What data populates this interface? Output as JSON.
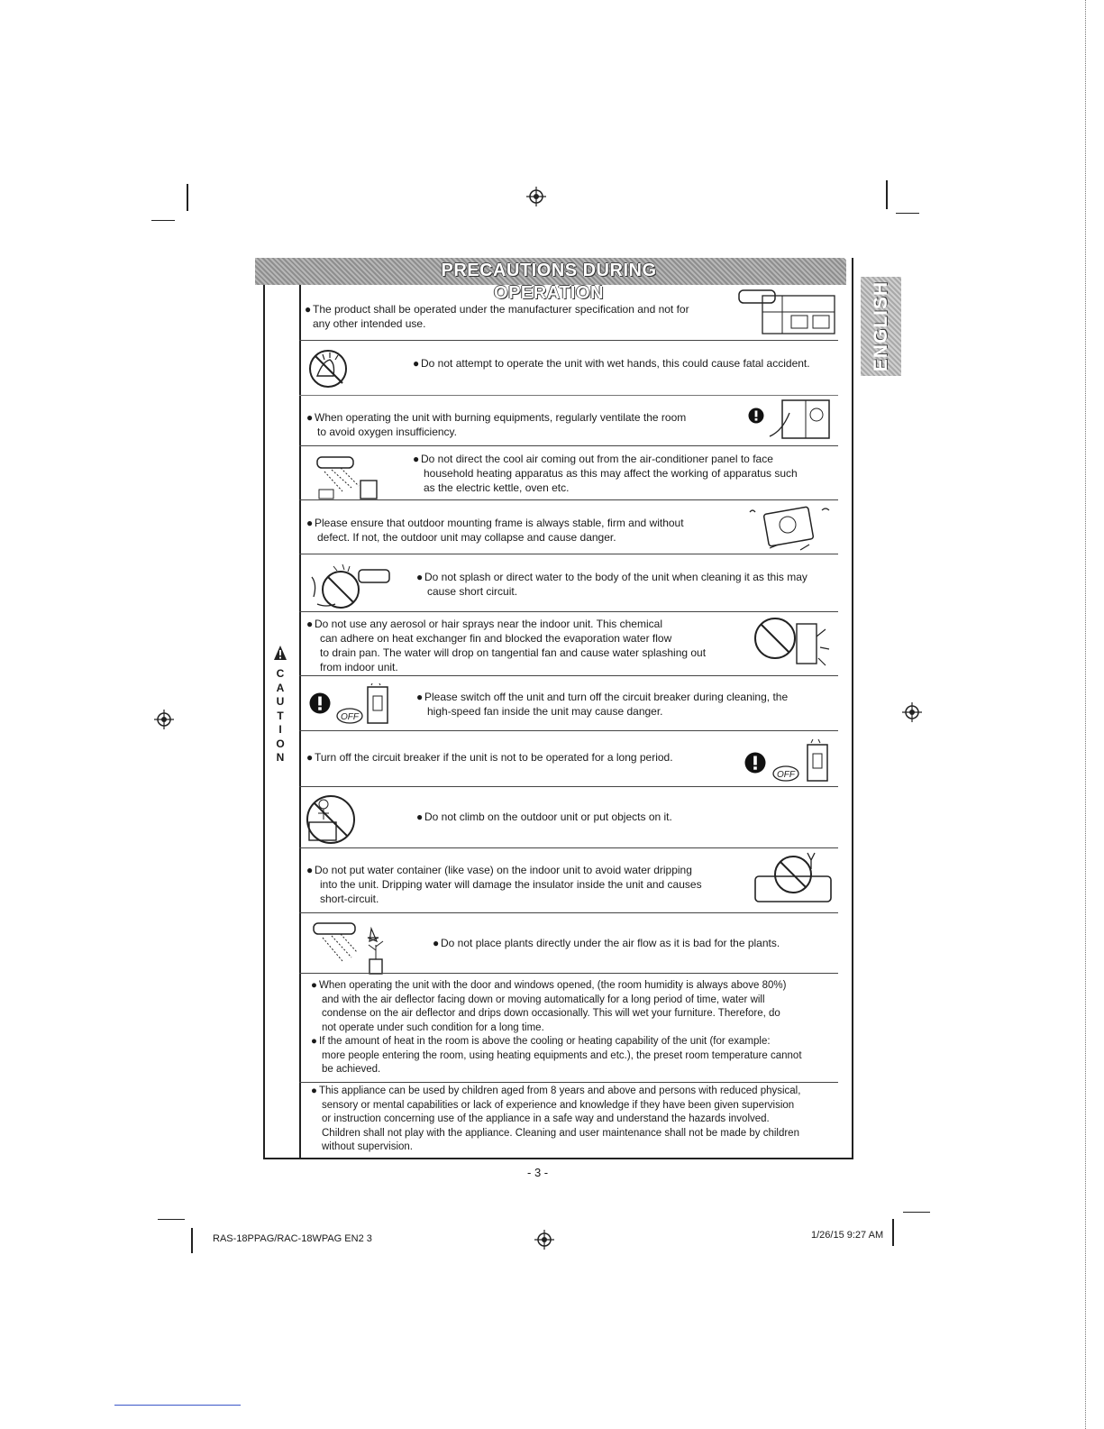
{
  "header": {
    "title": "PRECAUTIONS DURING OPERATION"
  },
  "side_tab": {
    "label": "ENGLISH"
  },
  "caution_letters": [
    "C",
    "A",
    "U",
    "T",
    "I",
    "O",
    "N"
  ],
  "items": [
    {
      "id": "manufacturer-spec",
      "lines": [
        "The product shall be operated under the manufacturer specification and not for",
        "any other intended use."
      ]
    },
    {
      "id": "wet-hands",
      "lines": [
        "Do not attempt to operate the unit with wet hands, this could cause fatal accident."
      ]
    },
    {
      "id": "ventilate",
      "lines": [
        "When operating the unit with burning equipments, regularly ventilate the room",
        "to avoid oxygen insufficiency."
      ]
    },
    {
      "id": "cool-air",
      "lines": [
        "Do not direct the cool air coming out from the air-conditioner panel to face",
        "household heating apparatus as this may affect the working of apparatus such",
        "as the electric kettle, oven etc."
      ]
    },
    {
      "id": "outdoor-frame",
      "lines": [
        "Please ensure that outdoor mounting frame is always stable, firm and without",
        "defect. If not, the outdoor unit may collapse and cause danger."
      ]
    },
    {
      "id": "splash-water",
      "lines": [
        "Do not splash or direct water to the body of the unit when cleaning it as this may",
        "cause short circuit."
      ]
    },
    {
      "id": "aerosol",
      "lines": [
        "Do not use any aerosol or hair sprays near the indoor unit. This chemical",
        "can adhere on heat exchanger fin and blocked the evaporation water flow",
        "to drain pan. The water will drop on tangential fan and cause water splashing out",
        "from indoor unit."
      ]
    },
    {
      "id": "switch-off-cleaning",
      "lines": [
        "Please switch off the unit and turn off the circuit breaker during cleaning, the",
        "high-speed fan inside the unit may cause danger."
      ]
    },
    {
      "id": "breaker-long-period",
      "lines": [
        "Turn off the circuit breaker if the unit is not to be operated for a long period."
      ]
    },
    {
      "id": "climb",
      "lines": [
        "Do not climb on the outdoor unit or put objects on it."
      ]
    },
    {
      "id": "water-container",
      "lines": [
        "Do not put water container (like vase) on the indoor unit to avoid water dripping",
        "into the unit. Dripping water will damage the insulator inside the unit and causes",
        "short-circuit."
      ]
    },
    {
      "id": "plants",
      "lines": [
        "Do not place plants directly under the air flow as it is bad for the plants."
      ]
    },
    {
      "id": "door-windows",
      "lines": [
        "When operating the unit with the door and windows opened, (the room humidity is always above 80%)",
        "and with the air deflector facing down or moving automatically for a long period of time, water will",
        "condense on the air deflector and drips down occasionally. This will wet your furniture. Therefore, do",
        "not operate under such condition for a long time."
      ]
    },
    {
      "id": "heat-amount",
      "lines": [
        "If the amount of heat in the room is above the cooling or heating capability of the unit (for example:",
        "more people entering the room, using heating equipments and etc.), the preset room temperature cannot",
        "be achieved."
      ]
    },
    {
      "id": "children",
      "lines": [
        "This appliance can be used by children aged from 8 years and above and persons with reduced physical,",
        "sensory or mental capabilities or lack of experience and knowledge if they have been given supervision",
        "or instruction concerning use of the appliance in a safe way and understand the hazards involved.",
        "Children shall not play with the appliance. Cleaning and user maintenance shall not be made by children",
        "without supervision."
      ]
    }
  ],
  "icons": {
    "off_label": "OFF"
  },
  "page_number": "- 3 -",
  "footer": {
    "left": "RAS-18PPAG/RAC-18WPAG EN2   3",
    "right": "1/26/15   9:27 AM"
  }
}
